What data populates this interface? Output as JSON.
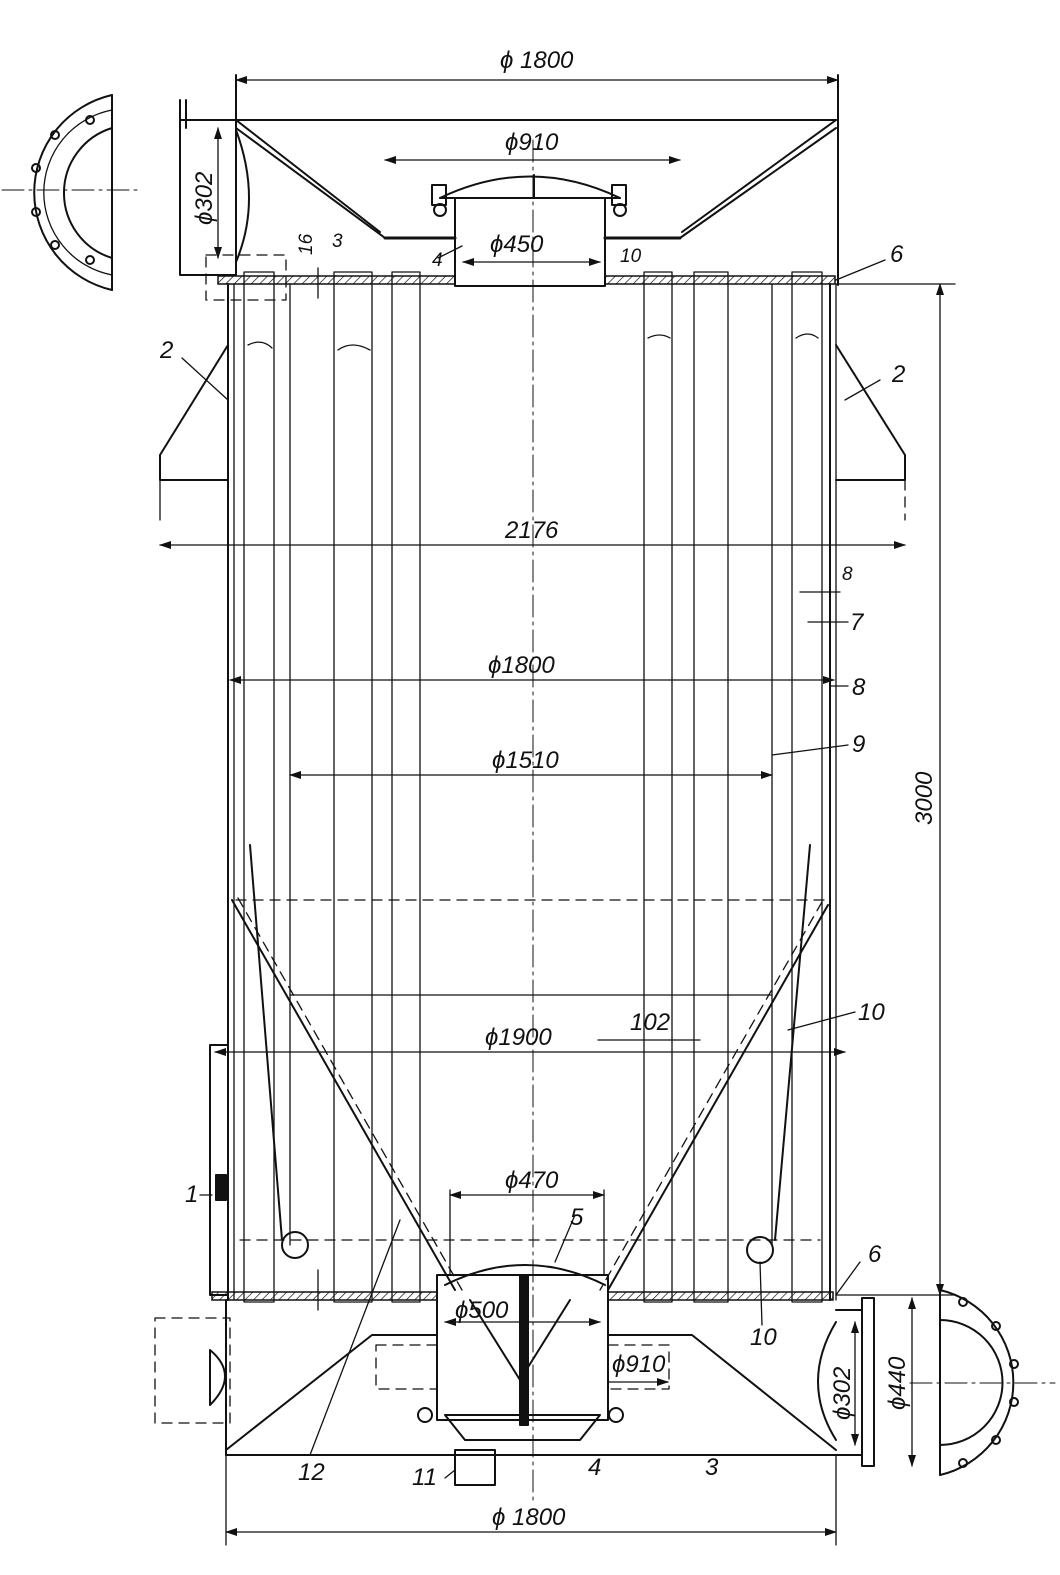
{
  "dimensions": {
    "top_diameter": "ϕ 1800",
    "outlet_diameter": "ϕ910",
    "hatch_diameter": "ϕ450",
    "side_pipe_diameter": "ϕ302",
    "support_span": "2176",
    "shell_diameter": "ϕ1800",
    "sleeve_diameter": "ϕ1510",
    "ring_diameter": "ϕ1900",
    "gap": "102",
    "cone_top_diameter": "ϕ470",
    "valve_diameter": "ϕ500",
    "bottom_outlet_diameter": "ϕ910",
    "flange_inner": "ϕ302",
    "flange_outer": "ϕ440",
    "bottom_diameter": "ϕ 1800",
    "height": "3000",
    "plate_thickness_top": "16",
    "wall_thickness": "8",
    "small_10": "10"
  },
  "callouts": {
    "c1": "1",
    "c2_left": "2",
    "c2_right": "2",
    "c3_top": "3",
    "c3_bottom": "3",
    "c4_top": "4",
    "c4_bottom": "4",
    "c5": "5",
    "c6_top": "6",
    "c6_bottom": "6",
    "c7": "7",
    "c8": "8",
    "c9": "9",
    "c10_right": "10",
    "c10_bottom": "10",
    "c11": "11",
    "c12": "12"
  }
}
